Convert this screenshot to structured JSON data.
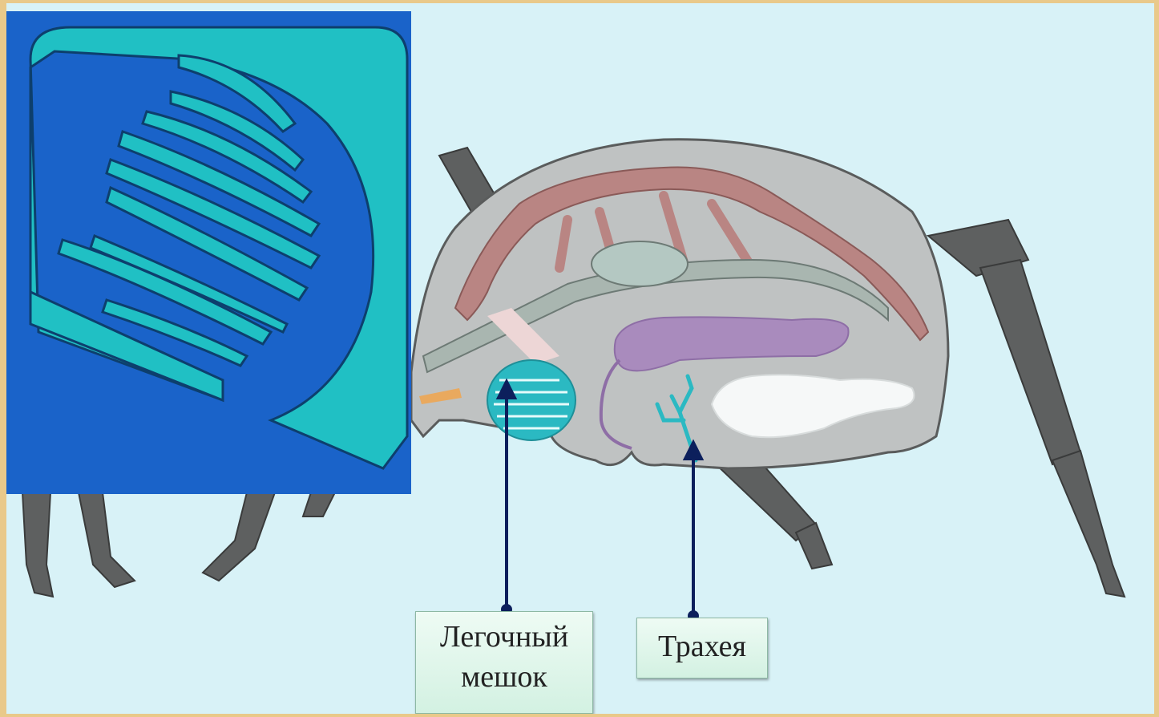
{
  "labels": {
    "lung_sac": [
      "Легочный",
      "мешок"
    ],
    "trachea": "Трахея"
  },
  "colors": {
    "frame": "#e9c98a",
    "background": "#d8f2f7",
    "inset_blue": "#1a63c9",
    "inset_teal": "#20c0c4",
    "body_gray": "#bfc2c2",
    "legs": "#5e6060",
    "arrows": "#0c1f5c",
    "trachea": "#2bb9c2",
    "heart": "#b07a77",
    "gut_purple": "#a98bbd"
  },
  "icons": [
    "up-arrow-icon"
  ]
}
